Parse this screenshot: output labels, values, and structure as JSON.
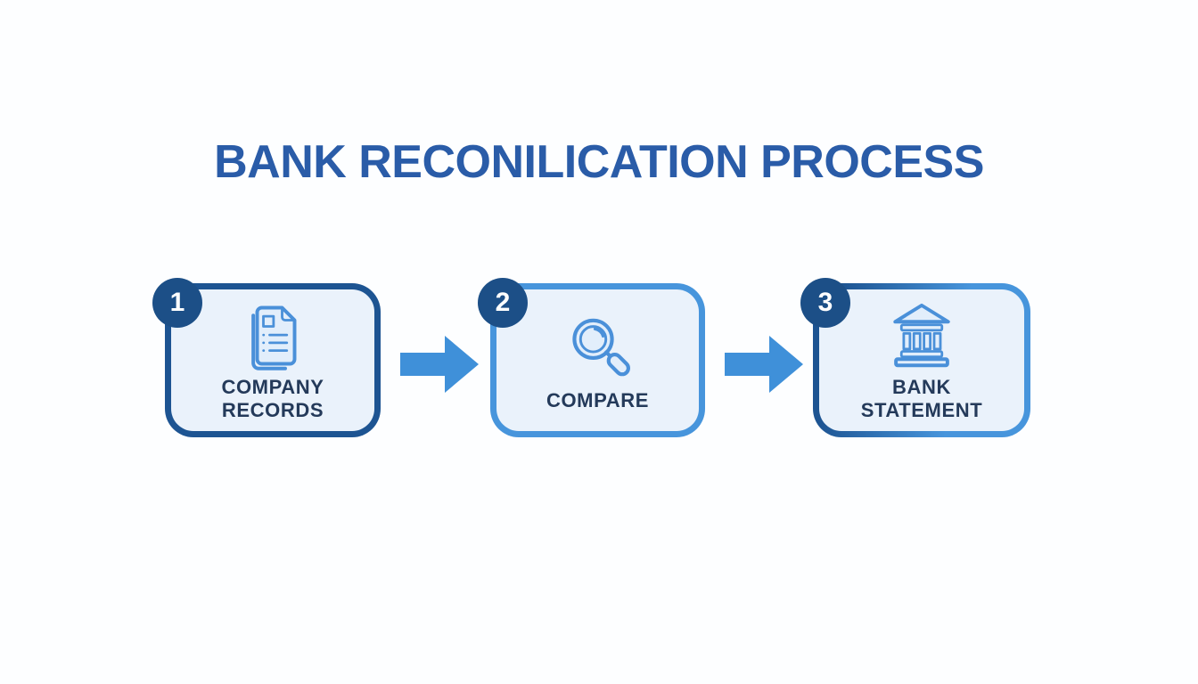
{
  "title": "BANK RECONILICATION PROCESS",
  "steps": [
    {
      "number": "1",
      "label_lines": [
        "COMPANY",
        "RECORDS"
      ],
      "icon": "document-icon"
    },
    {
      "number": "2",
      "label_lines": [
        "COMPARE"
      ],
      "icon": "magnifier-icon"
    },
    {
      "number": "3",
      "label_lines": [
        "BANK",
        "STATEMENT"
      ],
      "icon": "bank-icon"
    }
  ],
  "arrows": [
    {
      "icon": "arrow-right-icon"
    },
    {
      "icon": "arrow-right-icon"
    }
  ],
  "colors": {
    "background": "#fdfeff",
    "title": "#2a5ca8",
    "box_fill": "#eaf2fb",
    "border_dark": "#1d5492",
    "border_light": "#4795dc",
    "badge": "#1c4f87",
    "badge_text": "#ffffff",
    "label": "#243a5a",
    "arrow": "#3f90d9",
    "icon_stroke": "#4a90d9",
    "icon_fill": "#e2eefb"
  }
}
